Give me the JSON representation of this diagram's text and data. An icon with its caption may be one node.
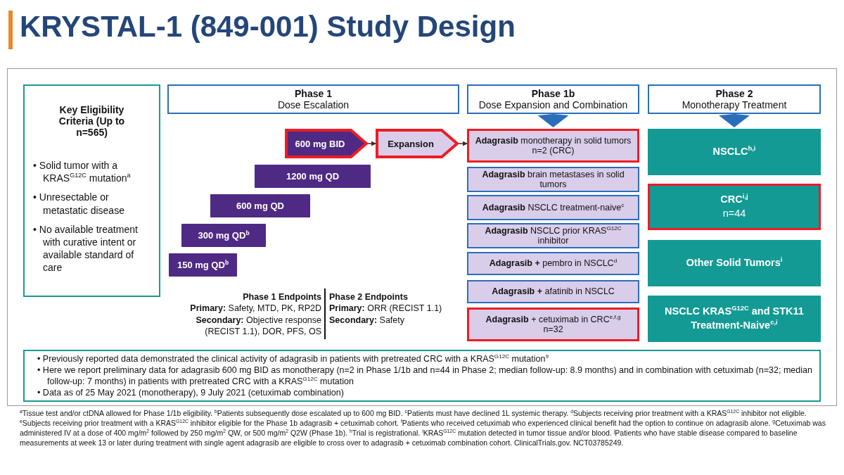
{
  "diagram": {
    "title": "KRYSTAL-1 (849-001) Study Design",
    "nodes": [
      {
        "text": [
          "Key Eligibility Criteria (Up to n=565)",
          "• Solid tumor with a KRAS$^{G12C}$ mutation$^{a}$",
          "• Unresectable or metastatic disease",
          "• No available treatment with curative intent or available standard of care"
        ]
      },
      {
        "text": [
          "Phase 1",
          "Dose Escalation"
        ]
      },
      {
        "text": [
          "Phase 1b",
          "Dose Expansion and Combination"
        ]
      },
      {
        "text": [
          "Phase 2",
          "Monotherapy Treatment"
        ]
      },
      {
        "text": [
          "600 mg BID"
        ]
      },
      {
        "text": [
          "Expansion"
        ]
      },
      {
        "text": [
          "1200 mg QD"
        ]
      },
      {
        "text": [
          "600 mg QD"
        ]
      },
      {
        "text": [
          "300 mg QD$^{b}$"
        ]
      },
      {
        "text": [
          "150 mg QD$^{b}$"
        ]
      },
      {
        "text": [
          "**Adagrasib** monotherapy in solid tumors",
          "n=2 (CRC)"
        ]
      },
      {
        "text": [
          "**Adagrasib** brain metastases in solid tumors"
        ]
      },
      {
        "text": [
          "**Adagrasib** NSCLC treatment-naive$^{c}$"
        ]
      },
      {
        "text": [
          "**Adagrasib** NSCLC prior KRAS$^{G12C}$ inhibitor"
        ]
      },
      {
        "text": [
          "**Adagrasib +** pembro in NSCLC$^{d}$"
        ]
      },
      {
        "text": [
          "**Adagrasib +** afatinib in NSCLC"
        ]
      },
      {
        "text": [
          "**Adagrasib** + cetuximab in CRC$^{e,f,g}$",
          "n=32"
        ]
      },
      {
        "text": [
          "NSCLC$^{h,i}$"
        ]
      },
      {
        "text": [
          "CRC$^{i,j}$",
          "n=44"
        ]
      },
      {
        "text": [
          "Other Solid Tumors$^{i}$"
        ]
      },
      {
        "text": [
          "NSCLC KRAS$^{G12C}$ and STK11 Treatment-Naive$^{c,i}$"
        ]
      },
      {
        "text": [
          "• Previously reported data demonstrated the clinical activity of adagrasib in patients with pretreated CRC with a KRAS$^{G12C}$ mutation$^{9}$",
          "• Here we report preliminary data for adagrasib 600 mg BID as monotherapy (n=2 in Phase 1/1b and n=44 in Phase 2; median follow-up: 8.9 months) and in combination with cetuximab (n=32; median follow-up: 7 months) in patients with pretreated CRC with a KRAS$^{G12C}$ mutation",
          "• Data as of 25 May 2021 (monotherapy), 9 July 2021 (cetuximab combination)"
        ]
      }
    ],
    "edges": [
      {
        "from": 4,
        "to": 5,
        "arrow": "to"
      },
      {
        "from": 5,
        "to": 10,
        "arrow": "to"
      },
      {
        "from": 2,
        "to": 10,
        "arrow": "to"
      },
      {
        "from": 3,
        "to": 17,
        "arrow": "to"
      }
    ],
    "labels": [
      "Phase 1 Endpoints",
      "**Primary:** Safety, MTD, PK, RP2D",
      "**Secondary:** Objective response (RECIST 1.1), DOR, PFS, OS",
      "Phase 2 Endpoints",
      "**Primary:** ORR (RECIST 1.1)",
      "**Secondary:** Safety",
      "$^{a}$Tissue test and/or ctDNA allowed for Phase 1/1b eligibility. $^{b}$Patients subsequently dose escalated up to 600 mg BID. $^{c}$Patients must have declined 1L systemic therapy. $^{d}$Subjects receiving prior treatment with a KRAS$^{G12C}$ inhibitor not eligible. $^{e}$Subjects receiving prior treatment with a KRAS$^{G12C}$ inhibitor eligible for the Phase 1b adagrasib + cetuximab cohort. $^{f}$Patients who received cetuximab who experienced clinical benefit had the option to continue on adagrasib alone. $^{g}$Cetuximab was administered IV at a dose of 400 mg/m$^{2}$ followed by 250 mg/m$^{2}$ QW, or 500 mg/m$^{2}$ Q2W (Phase 1b). $^{h}$Trial is registrational. $^{i}$KRAS$^{G12C}$ mutation detected in tumor tissue and/or blood. $^{j}$Patients who have stable disease compared to baseline measurements at week 13 or later during treatment with single agent adagrasib are eligible to cross over to adagrasib + cetuximab combination cohort. ClinicalTrials.gov. NCT03785249."
    ]
  }
}
